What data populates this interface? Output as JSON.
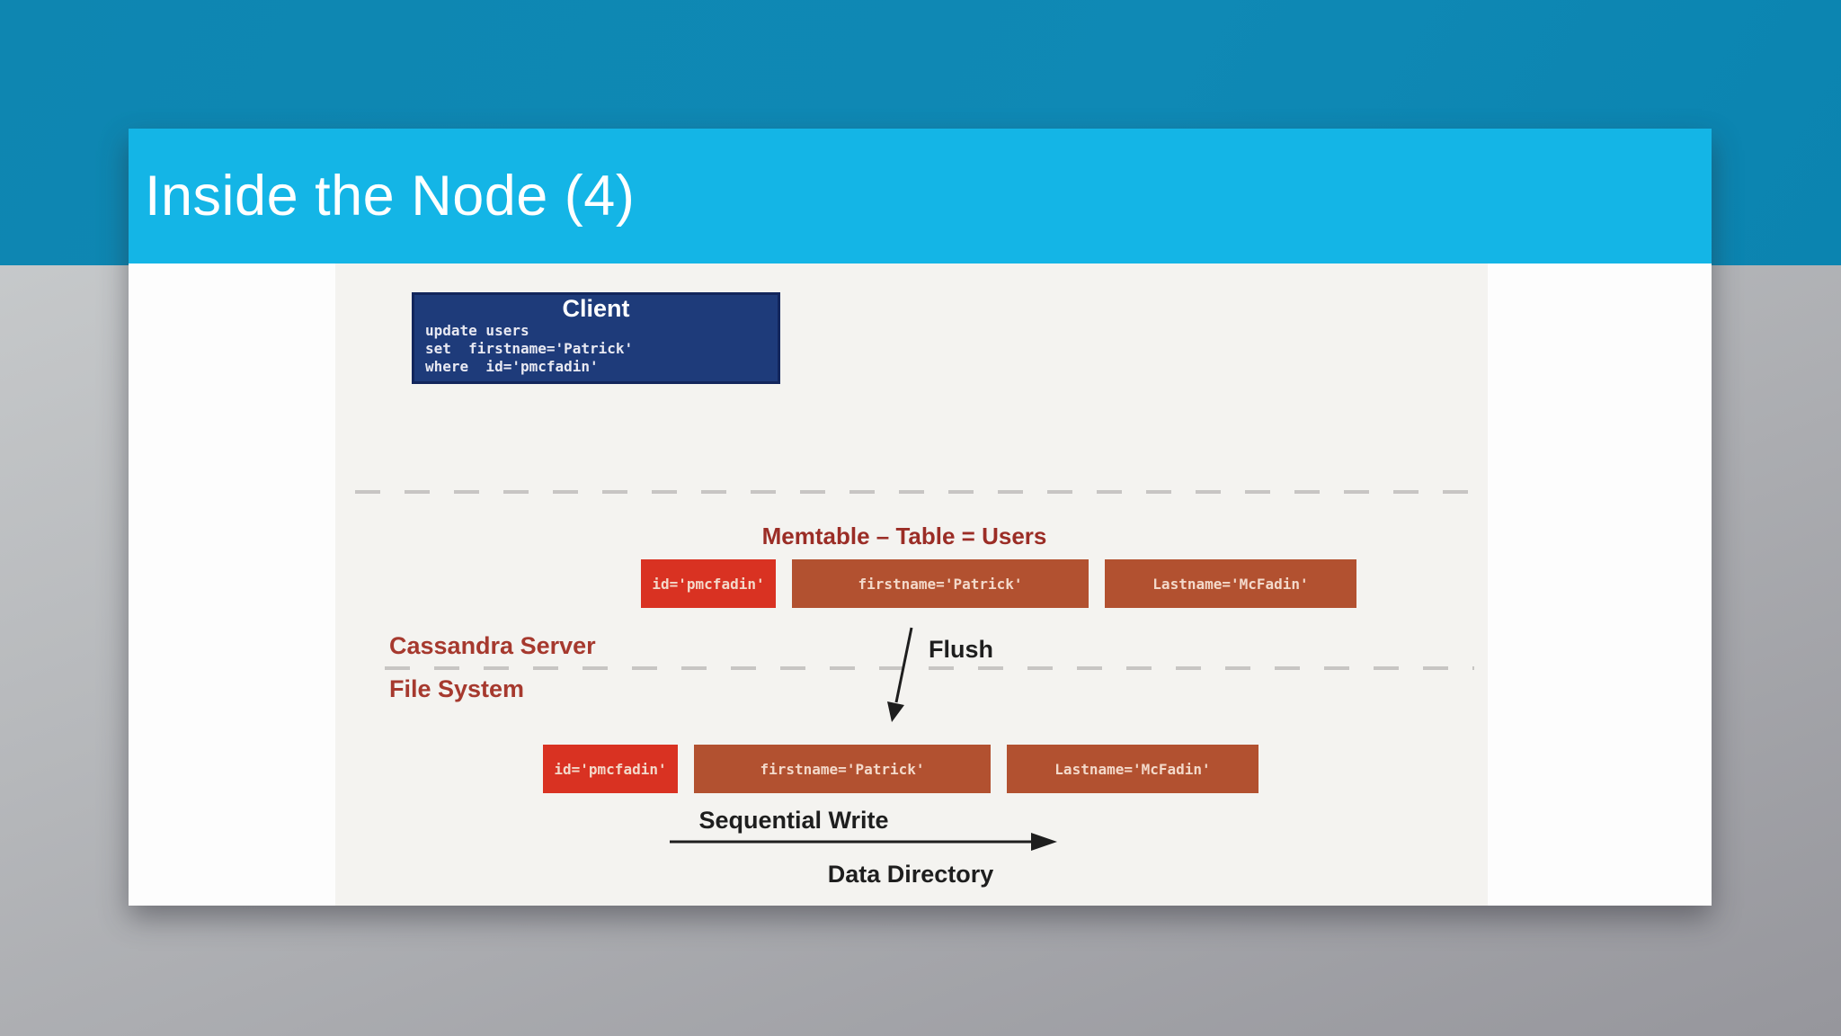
{
  "slide": {
    "title": "Inside the Node (4)",
    "client_box": {
      "title": "Client",
      "code_lines": [
        "update users",
        "set  firstname='Patrick'",
        "where  id='pmcfadin'"
      ]
    },
    "memtable": {
      "label": "Memtable – Table = Users",
      "cells": [
        {
          "text": "id='pmcfadin'",
          "variant": "red"
        },
        {
          "text": "firstname='Patrick'",
          "variant": "brown"
        },
        {
          "text": "Lastname='McFadin'",
          "variant": "brown"
        }
      ]
    },
    "sstable_row": {
      "cells": [
        {
          "text": "id='pmcfadin'",
          "variant": "red"
        },
        {
          "text": "firstname='Patrick'",
          "variant": "brown"
        },
        {
          "text": "Lastname='McFadin'",
          "variant": "brown"
        }
      ]
    },
    "labels": {
      "cassandra_server": "Cassandra Server",
      "file_system": "File System",
      "flush": "Flush",
      "sequential_write": "Sequential Write",
      "data_directory": "Data Directory"
    },
    "colors": {
      "header_cyan": "#14b5e6",
      "band_teal": "#0e86b1",
      "client_navy": "#1e3b7a",
      "cell_red": "#d93222",
      "cell_brown": "#b25130",
      "label_maroon": "#9b2d26",
      "label_brick": "#a6392e",
      "arrow_dark": "#1e1e1e"
    }
  }
}
